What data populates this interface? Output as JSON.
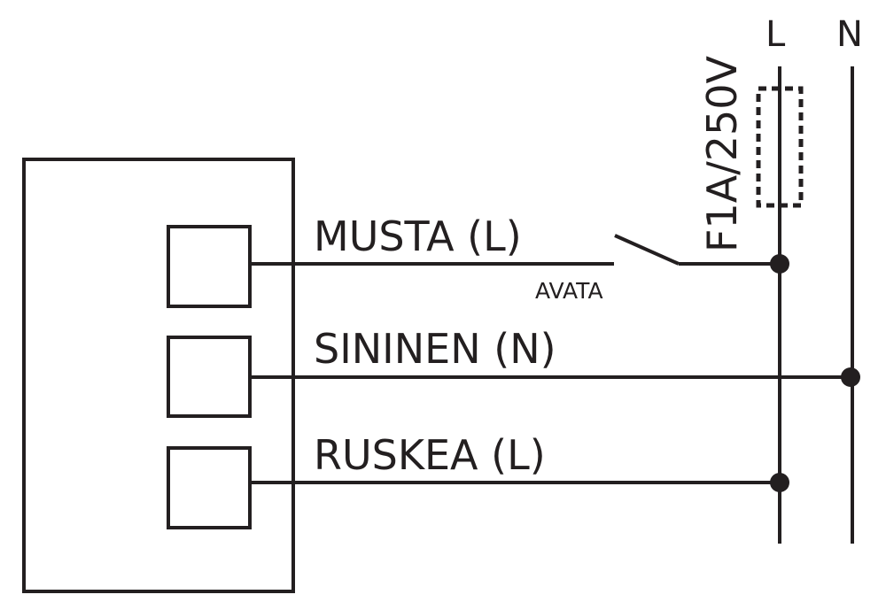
{
  "diagram": {
    "rails": {
      "live": "L",
      "neutral": "N"
    },
    "fuse_rating": "F1A/250V",
    "wires": [
      {
        "label": "MUSTA (L)",
        "note": "AVATA"
      },
      {
        "label": "SININEN (N)"
      },
      {
        "label": "RUSKEA (L)"
      }
    ]
  },
  "colors": {
    "line": "#231f20",
    "background": "#ffffff"
  }
}
